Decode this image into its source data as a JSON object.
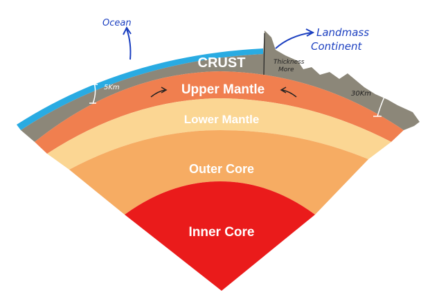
{
  "layers": {
    "crust": "CRUST",
    "upper_mantle": "Upper Mantle",
    "lower_mantle": "Lower Mantle",
    "outer_core": "Outer Core",
    "inner_core": "Inner Core"
  },
  "annotations": {
    "ocean": "Ocean",
    "landmass_line1": "Landmass",
    "landmass_line2": "Continent",
    "thickness_line1": "Thickness",
    "thickness_line2": "More",
    "left_thickness": "5Km",
    "right_thickness": "30Km"
  },
  "colors": {
    "ocean": "#29abe2",
    "crust": "#8c8779",
    "upper_mantle": "#f07f4f",
    "lower_mantle": "#fbd693",
    "outer_core": "#f6ac63",
    "inner_core": "#ea1b1b",
    "ink": "#1b3fc0"
  }
}
